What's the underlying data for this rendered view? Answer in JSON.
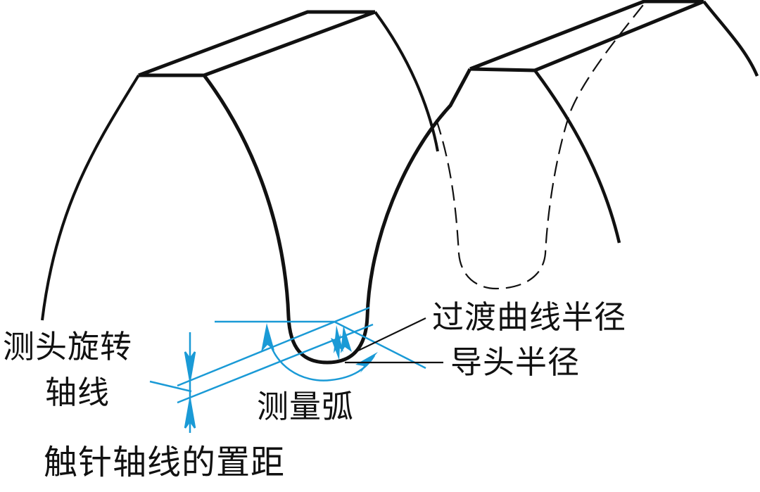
{
  "diagram": {
    "type": "gear-tooth-root-measurement",
    "colors": {
      "outline": "#111111",
      "annotation": "#1a9ad6",
      "background": "#ffffff"
    },
    "labels": {
      "fillet_radius": "过渡曲线半径",
      "probe_radius": "导头半径",
      "probe_rotation_axis_line1": "测头旋转",
      "probe_rotation_axis_line2": "轴线",
      "measurement_arc": "测量弧",
      "stylus_axis_offset": "触针轴线的置距"
    },
    "elements": {
      "teeth": [
        "left-tooth",
        "right-tooth"
      ],
      "hidden_root_outline": "dashed",
      "dimension_arrows": [
        "offset-dimension",
        "measurement-arc-arrow",
        "radius-arrows"
      ]
    }
  }
}
